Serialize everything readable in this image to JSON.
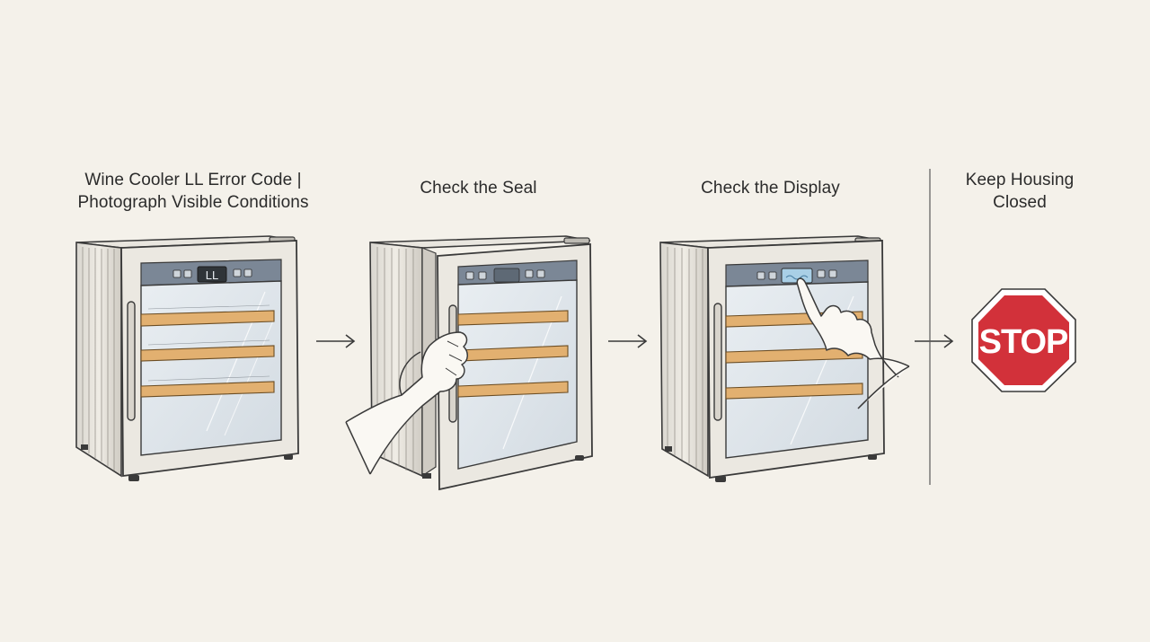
{
  "panels": [
    {
      "title_line1": "Wine Cooler LL Error Code |",
      "title_line2": "Photograph Visible Conditions",
      "display_text": "LL"
    },
    {
      "title_line1": "Check the Seal",
      "title_line2": ""
    },
    {
      "title_line1": "Check the Display",
      "title_line2": ""
    },
    {
      "title_line1": "Keep Housing",
      "title_line2": "Closed",
      "sign_text": "STOP"
    }
  ],
  "colors": {
    "background": "#f4f1ea",
    "shelf": "#e2b070",
    "glass": "#dfe5ea",
    "panel": "#7b8796",
    "stop_red": "#d2313a",
    "stroke": "#3a3a3a"
  },
  "icons": [
    "arrow-right-icon",
    "stop-sign-icon",
    "hand-icon",
    "wine-cooler-icon"
  ]
}
